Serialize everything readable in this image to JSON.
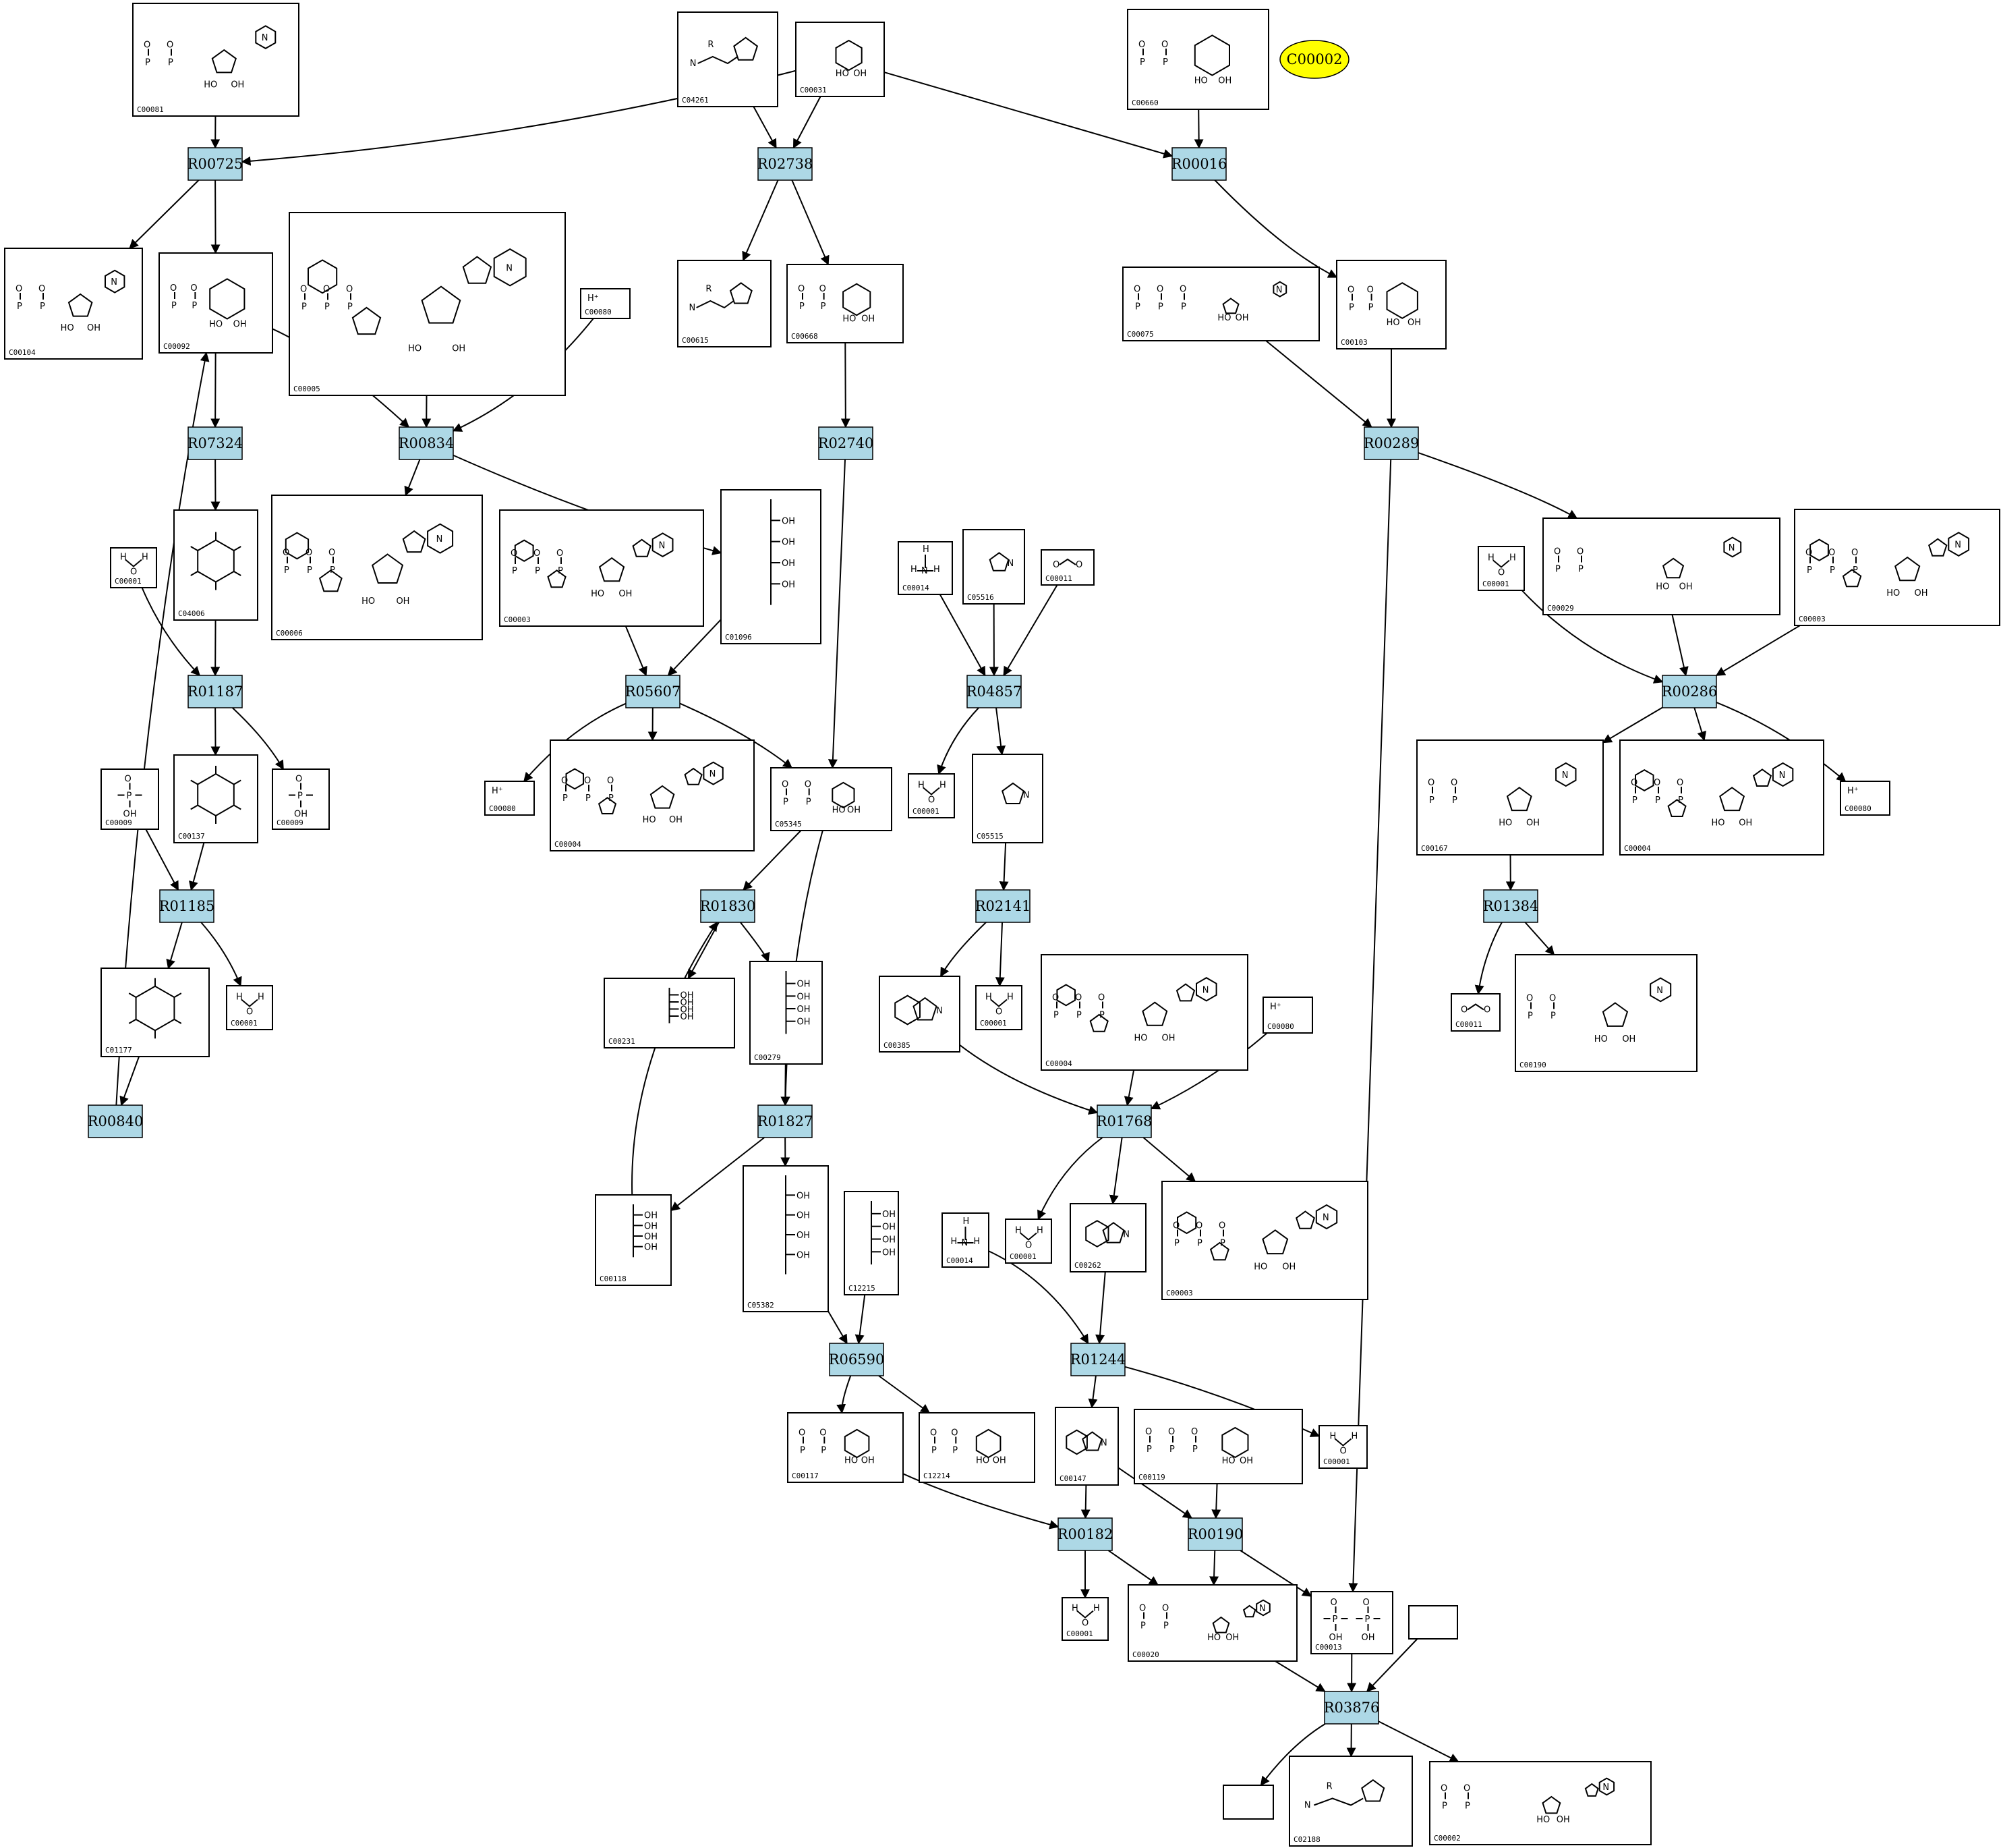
{
  "diagram": {
    "type": "metabolic-pathway",
    "highlighted_compound": "C00002",
    "reactions": [
      {
        "id": "R00725"
      },
      {
        "id": "R02738"
      },
      {
        "id": "R00016"
      },
      {
        "id": "R07324"
      },
      {
        "id": "R00834"
      },
      {
        "id": "R02740"
      },
      {
        "id": "R00289"
      },
      {
        "id": "R01187"
      },
      {
        "id": "R05607"
      },
      {
        "id": "R04857"
      },
      {
        "id": "R00286"
      },
      {
        "id": "R01185"
      },
      {
        "id": "R01830"
      },
      {
        "id": "R02141"
      },
      {
        "id": "R01384"
      },
      {
        "id": "R00840"
      },
      {
        "id": "R01827"
      },
      {
        "id": "R01768"
      },
      {
        "id": "R06590"
      },
      {
        "id": "R01244"
      },
      {
        "id": "R00182"
      },
      {
        "id": "R00190"
      },
      {
        "id": "R03876"
      }
    ],
    "compounds": [
      {
        "id": "C00081",
        "label": "C00081"
      },
      {
        "id": "C04261",
        "label": "C04261"
      },
      {
        "id": "C00031",
        "label": "C00031"
      },
      {
        "id": "C00660",
        "label": "C00660"
      },
      {
        "id": "C00104",
        "label": "C00104"
      },
      {
        "id": "C00092",
        "label": "C00092"
      },
      {
        "id": "C00005",
        "label": "C00005"
      },
      {
        "id": "C00080a",
        "label": "C00080",
        "text": "H⁺"
      },
      {
        "id": "C00615",
        "label": "C00615"
      },
      {
        "id": "C00668",
        "label": "C00668"
      },
      {
        "id": "C00075",
        "label": "C00075"
      },
      {
        "id": "C00103",
        "label": "C00103"
      },
      {
        "id": "C04006",
        "label": "C04006"
      },
      {
        "id": "C00001a",
        "label": "C00001"
      },
      {
        "id": "C00006",
        "label": "C00006"
      },
      {
        "id": "C00003a",
        "label": "C00003"
      },
      {
        "id": "C01096",
        "label": "C01096"
      },
      {
        "id": "C00014a",
        "label": "C00014"
      },
      {
        "id": "C05516",
        "label": "C05516"
      },
      {
        "id": "C00011a",
        "label": "C00011"
      },
      {
        "id": "C00001b",
        "label": "C00001"
      },
      {
        "id": "C00029",
        "label": "C00029"
      },
      {
        "id": "C00003b",
        "label": "C00003"
      },
      {
        "id": "C00009a",
        "label": "C00009"
      },
      {
        "id": "C00137",
        "label": "C00137"
      },
      {
        "id": "C00009b",
        "label": "C00009"
      },
      {
        "id": "C00080b",
        "label": "C00080",
        "text": "H⁺"
      },
      {
        "id": "C00004a",
        "label": "C00004"
      },
      {
        "id": "C05345",
        "label": "C05345"
      },
      {
        "id": "C00001c",
        "label": "C00001"
      },
      {
        "id": "C05515",
        "label": "C05515"
      },
      {
        "id": "C00167",
        "label": "C00167"
      },
      {
        "id": "C00004b",
        "label": "C00004"
      },
      {
        "id": "C00080c",
        "label": "C00080",
        "text": "H⁺"
      },
      {
        "id": "C01177",
        "label": "C01177"
      },
      {
        "id": "C00001d",
        "label": "C00001"
      },
      {
        "id": "C00231",
        "label": "C00231"
      },
      {
        "id": "C00279",
        "label": "C00279"
      },
      {
        "id": "C00385",
        "label": "C00385"
      },
      {
        "id": "C00001e",
        "label": "C00001"
      },
      {
        "id": "C00004c",
        "label": "C00004"
      },
      {
        "id": "C00080d",
        "label": "C00080",
        "text": "H⁺"
      },
      {
        "id": "C00011b",
        "label": "C00011"
      },
      {
        "id": "C00190",
        "label": "C00190"
      },
      {
        "id": "C00118",
        "label": "C00118"
      },
      {
        "id": "C05382",
        "label": "C05382"
      },
      {
        "id": "C12215",
        "label": "C12215"
      },
      {
        "id": "C00014b",
        "label": "C00014"
      },
      {
        "id": "C00001f",
        "label": "C00001"
      },
      {
        "id": "C00262",
        "label": "C00262"
      },
      {
        "id": "C00003c",
        "label": "C00003"
      },
      {
        "id": "C00117",
        "label": "C00117"
      },
      {
        "id": "C12214",
        "label": "C12214"
      },
      {
        "id": "C00147",
        "label": "C00147"
      },
      {
        "id": "C00119",
        "label": "C00119"
      },
      {
        "id": "C00001g",
        "label": "C00001"
      },
      {
        "id": "C00001h",
        "label": "C00001"
      },
      {
        "id": "C00020",
        "label": "C00020"
      },
      {
        "id": "C00013",
        "label": "C00013"
      },
      {
        "id": "blank1",
        "label": ""
      },
      {
        "id": "blank2",
        "label": ""
      },
      {
        "id": "C02188",
        "label": "C02188"
      },
      {
        "id": "C00002",
        "label": "C00002"
      }
    ]
  }
}
